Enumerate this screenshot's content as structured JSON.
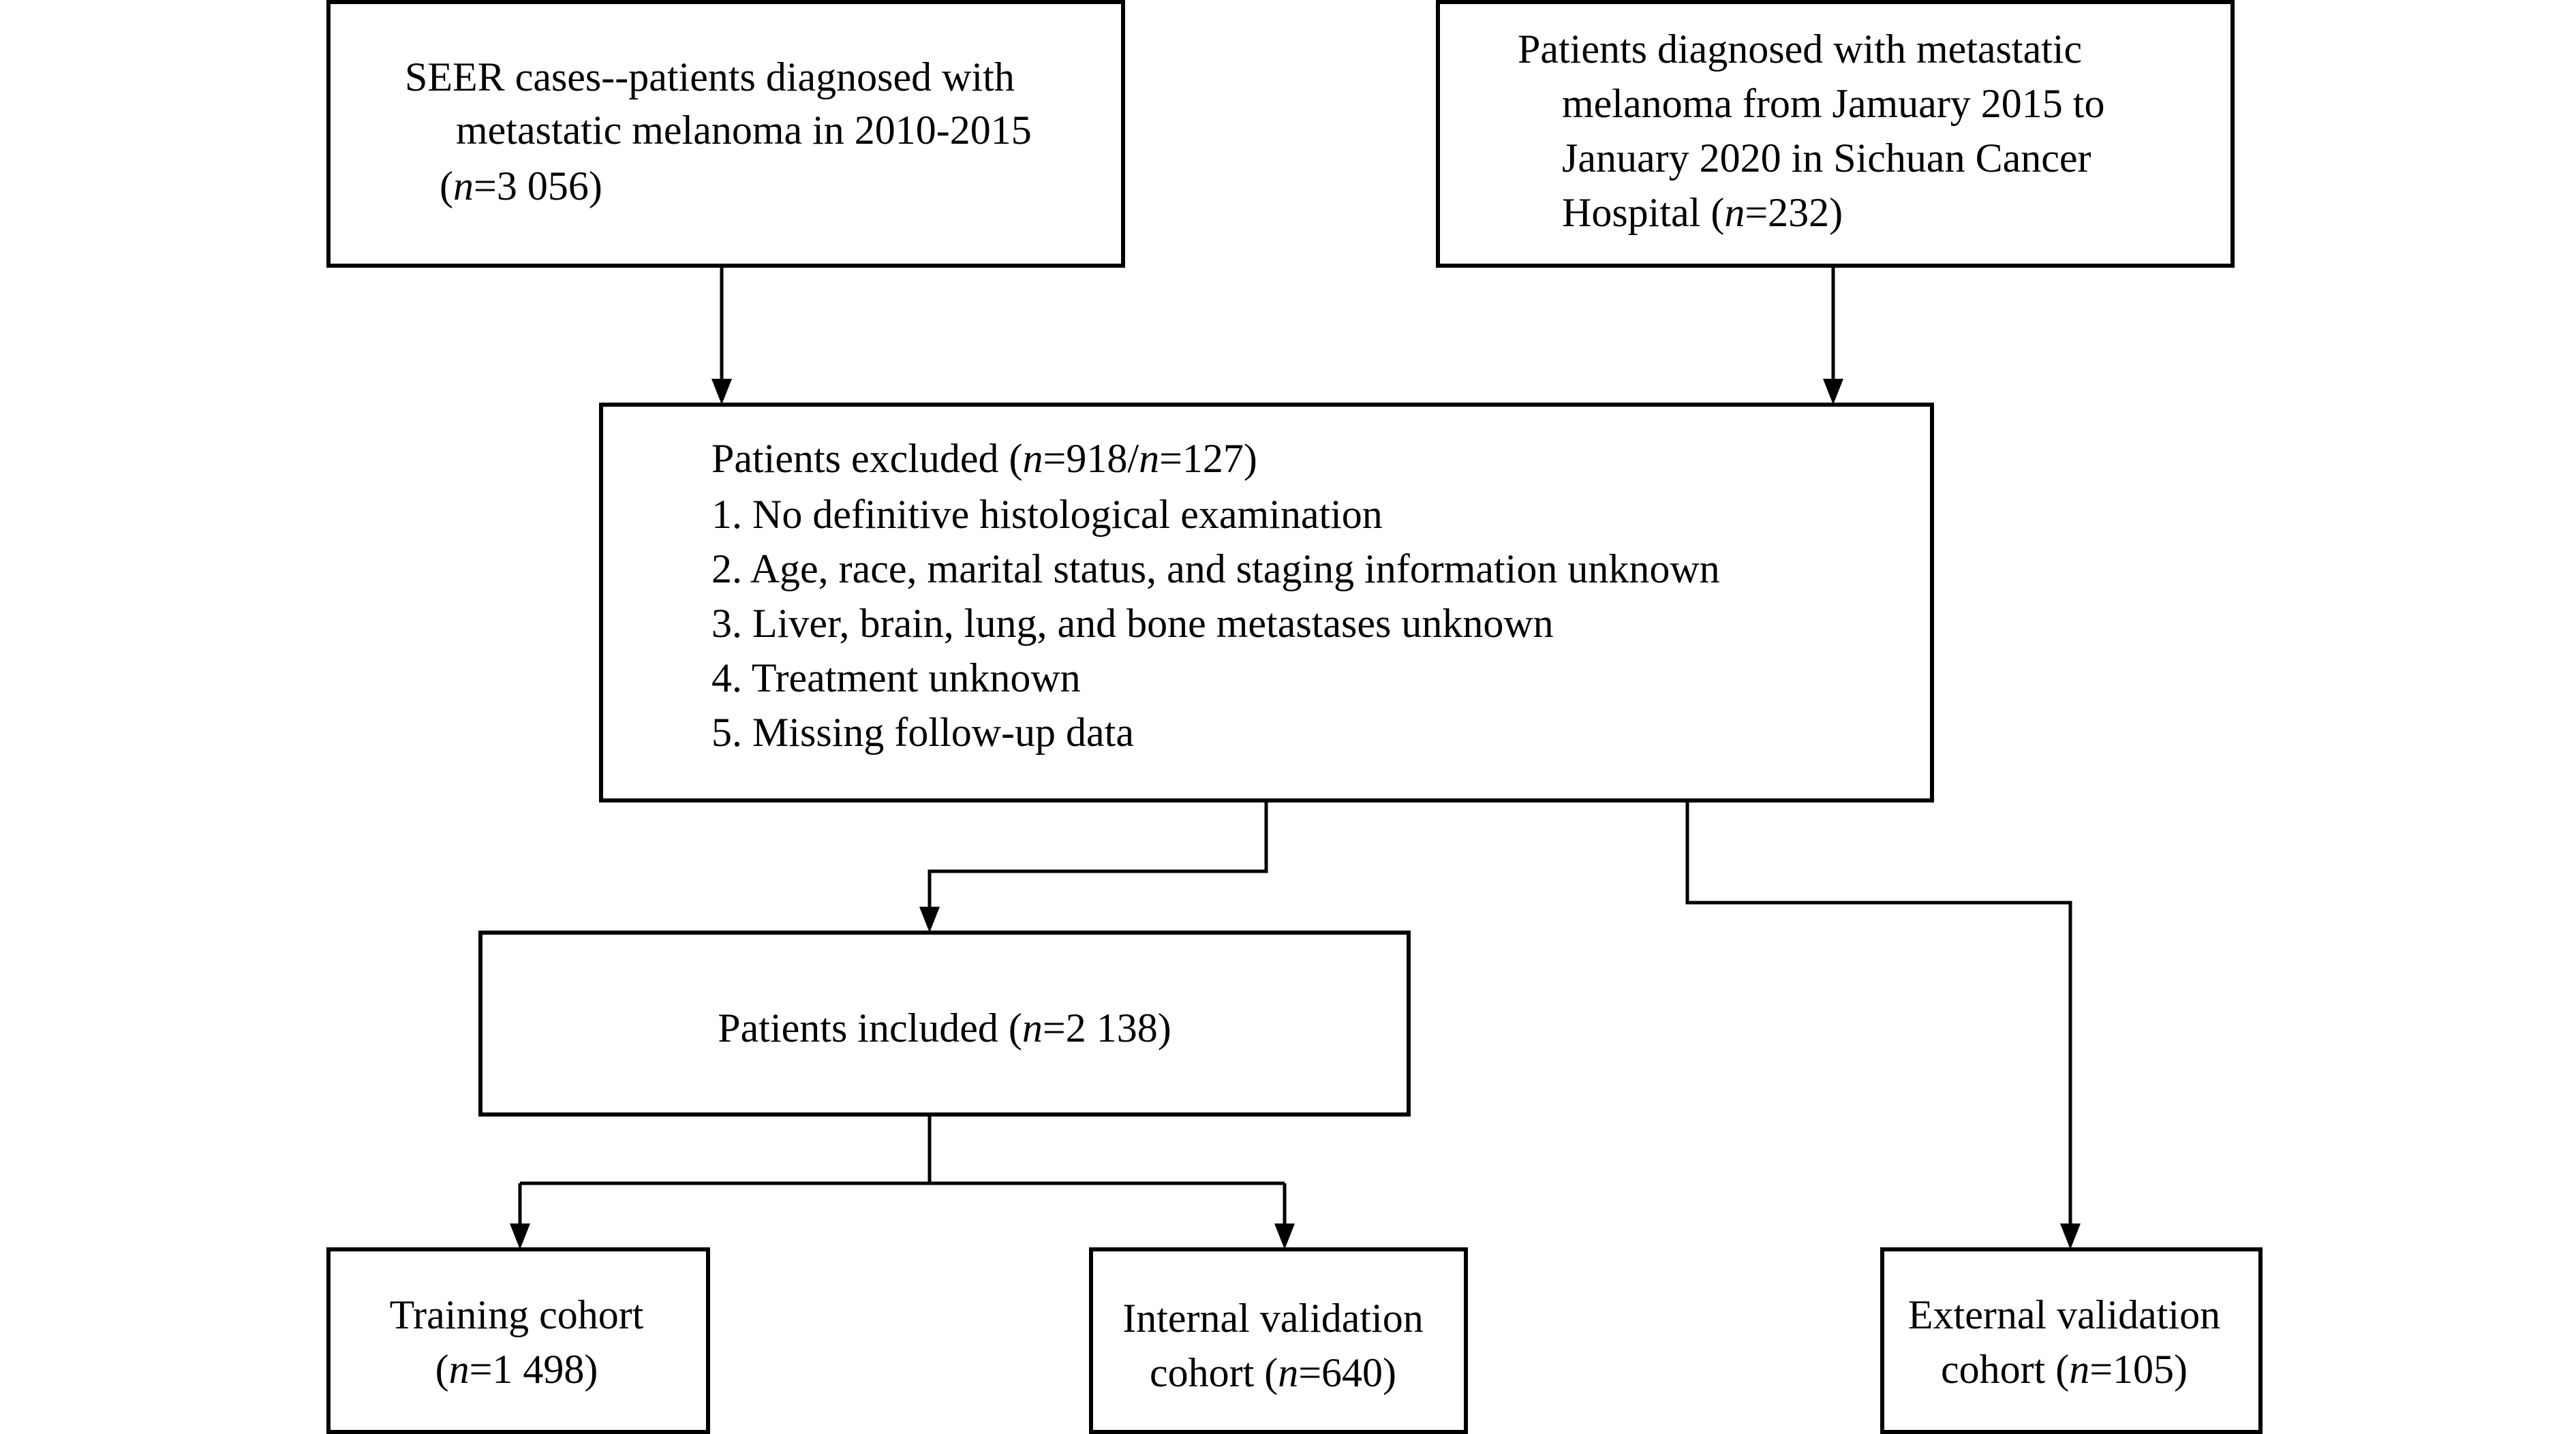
{
  "boxes": {
    "seer": {
      "line1": "SEER cases--patients diagnosed with",
      "line2": "metastatic melanoma in 2010-2015",
      "line3_pre": "(",
      "line3_n": "n",
      "line3_post": "=3 056)"
    },
    "sichuan": {
      "line1": "Patients diagnosed with metastatic",
      "line2": "melanoma from Jamuary 2015 to",
      "line3": "January 2020 in Sichuan Cancer",
      "line4_pre": "Hospital (",
      "line4_n": "n",
      "line4_post": "=232)"
    },
    "excluded": {
      "title_pre": "Patients excluded (",
      "title_n1": "n",
      "title_mid": "=918/",
      "title_n2": "n",
      "title_post": "=127)",
      "criteria": [
        "1. No definitive histological examination",
        "2. Age, race, marital status, and staging information unknown",
        "3. Liver, brain, lung, and bone metastases unknown",
        "4. Treatment unknown",
        "5. Missing follow-up data"
      ]
    },
    "included": {
      "pre": "Patients included (",
      "n": "n",
      "post": "=2 138)"
    },
    "training": {
      "line1": "Training cohort",
      "line2_pre": "(",
      "line2_n": "n",
      "line2_post": "=1 498)"
    },
    "internal": {
      "line1": "Internal validation",
      "line2_pre": "cohort (",
      "line2_n": "n",
      "line2_post": "=640)"
    },
    "external": {
      "line1": "External validation",
      "line2_pre": "cohort (",
      "line2_n": "n",
      "line2_post": "=105)"
    }
  }
}
